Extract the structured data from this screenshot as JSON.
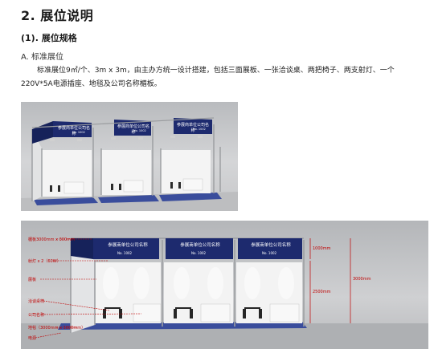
{
  "section_title": "2. 展位说明",
  "subsection_title": "(1). 展位规格",
  "item_title": "A. 标准展位",
  "paragraph": "标准展位9㎡/个、3m x 3m，由主办方统一设计搭建，包括三面展板、一张洽谈桌、两把椅子、两支射灯、一个220V*5A电源插座、地毯及公司名称楣板。",
  "booth_fascia_text": "参展商单位公司名称",
  "booth_number": "No. 1002",
  "callouts": [
    "楣板3000mm x 300mm",
    "射灯 x 2（60W）",
    "展板",
    "洽谈桌椅",
    "公司名称",
    "地毯（3000mm x 3000mm）",
    "电源"
  ],
  "dimensions": [
    "1000mm",
    "2500mm",
    "3000mm"
  ],
  "colors": {
    "fascia": "#1d2a6e",
    "carpet": "#3a4d9c",
    "callout": "#c00000"
  }
}
